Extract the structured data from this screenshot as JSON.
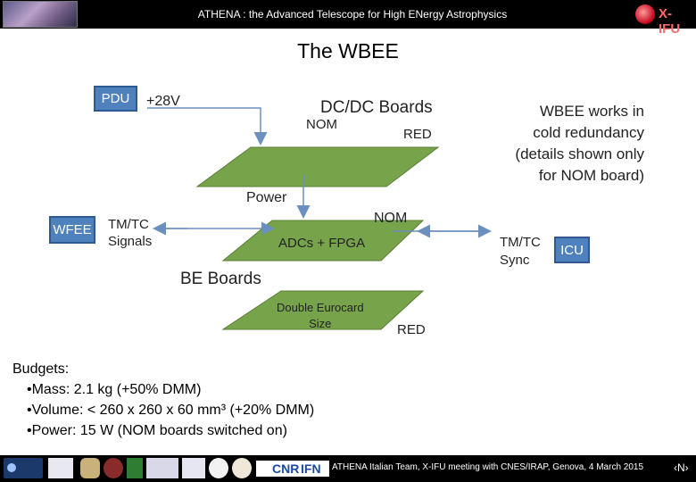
{
  "header": {
    "title": "ATHENA : the Advanced Telescope for High ENergy Astrophysics",
    "brand": "X-IFU"
  },
  "slide": {
    "title": "The WBEE"
  },
  "diagram": {
    "boxes": {
      "pdu": "PDU",
      "wfee": "WFEE",
      "icu": "ICU"
    },
    "labels": {
      "v28": "+28V",
      "dcdc": "DC/DC Boards",
      "nom_top": "NOM",
      "red_top": "RED",
      "power": "Power",
      "nom_mid": "NOM",
      "tmtc_signals": "TM/TC\nSignals",
      "adc": "ADCs + FPGA",
      "tmtc_sync": "TM/TC\nSync",
      "be_boards": "BE Boards",
      "eurocard": "Double Eurocard\nSize",
      "red_bottom": "RED"
    },
    "note": "WBEE works in\ncold redundancy\n(details  shown only\nfor NOM board)"
  },
  "budgets": {
    "heading": "Budgets:",
    "items": [
      "•Mass: 2.1 kg (+50% DMM)",
      "•Volume: < 260 x 260 x 60 mm³ (+20% DMM)",
      "•Power: 15 W (NOM boards switched on)"
    ]
  },
  "footer": {
    "text": "ATHENA Italian Team, X-IFU meeting with CNES/IRAP, Genova, 4 March 2015",
    "page": "‹N›",
    "cnr": "CNR",
    "ifn": "IFN"
  },
  "colors": {
    "board_green": "#77a34a",
    "box_blue": "#4f81bd",
    "arrow": "#6b8fbf"
  }
}
